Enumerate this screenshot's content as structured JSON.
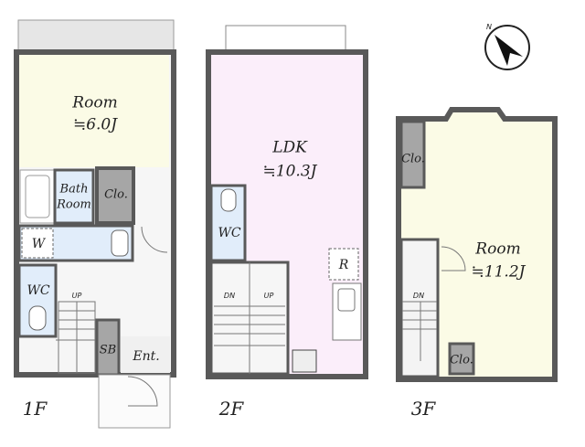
{
  "floors": [
    {
      "name": "1F",
      "rooms": {
        "room": "Room",
        "room_size": "≒6.0J",
        "bath_1": "Bath",
        "bath_2": "Room",
        "closet": "Clo.",
        "washer": "W",
        "wc": "WC",
        "stairs": "UP",
        "shoe_box": "SB",
        "entrance": "Ent."
      }
    },
    {
      "name": "2F",
      "rooms": {
        "ldk": "LDK",
        "ldk_size": "≒10.3J",
        "wc": "WC",
        "stairs_dn": "DN",
        "stairs_up": "UP",
        "fridge": "R"
      }
    },
    {
      "name": "3F",
      "rooms": {
        "closet": "Clo.",
        "stairs": "DN",
        "room": "Room",
        "room_size": "≒11.2J",
        "closet_small": "Clo."
      }
    }
  ],
  "compass": {
    "label": "N"
  },
  "colors": {
    "wall": "#595959",
    "room_yellow": "#fbfbe6",
    "ldk_pink": "#fbeefa",
    "wet_blue": "#e1edfa",
    "storage_gray": "#a6a6a6",
    "balcony": "#e6e6e6"
  }
}
